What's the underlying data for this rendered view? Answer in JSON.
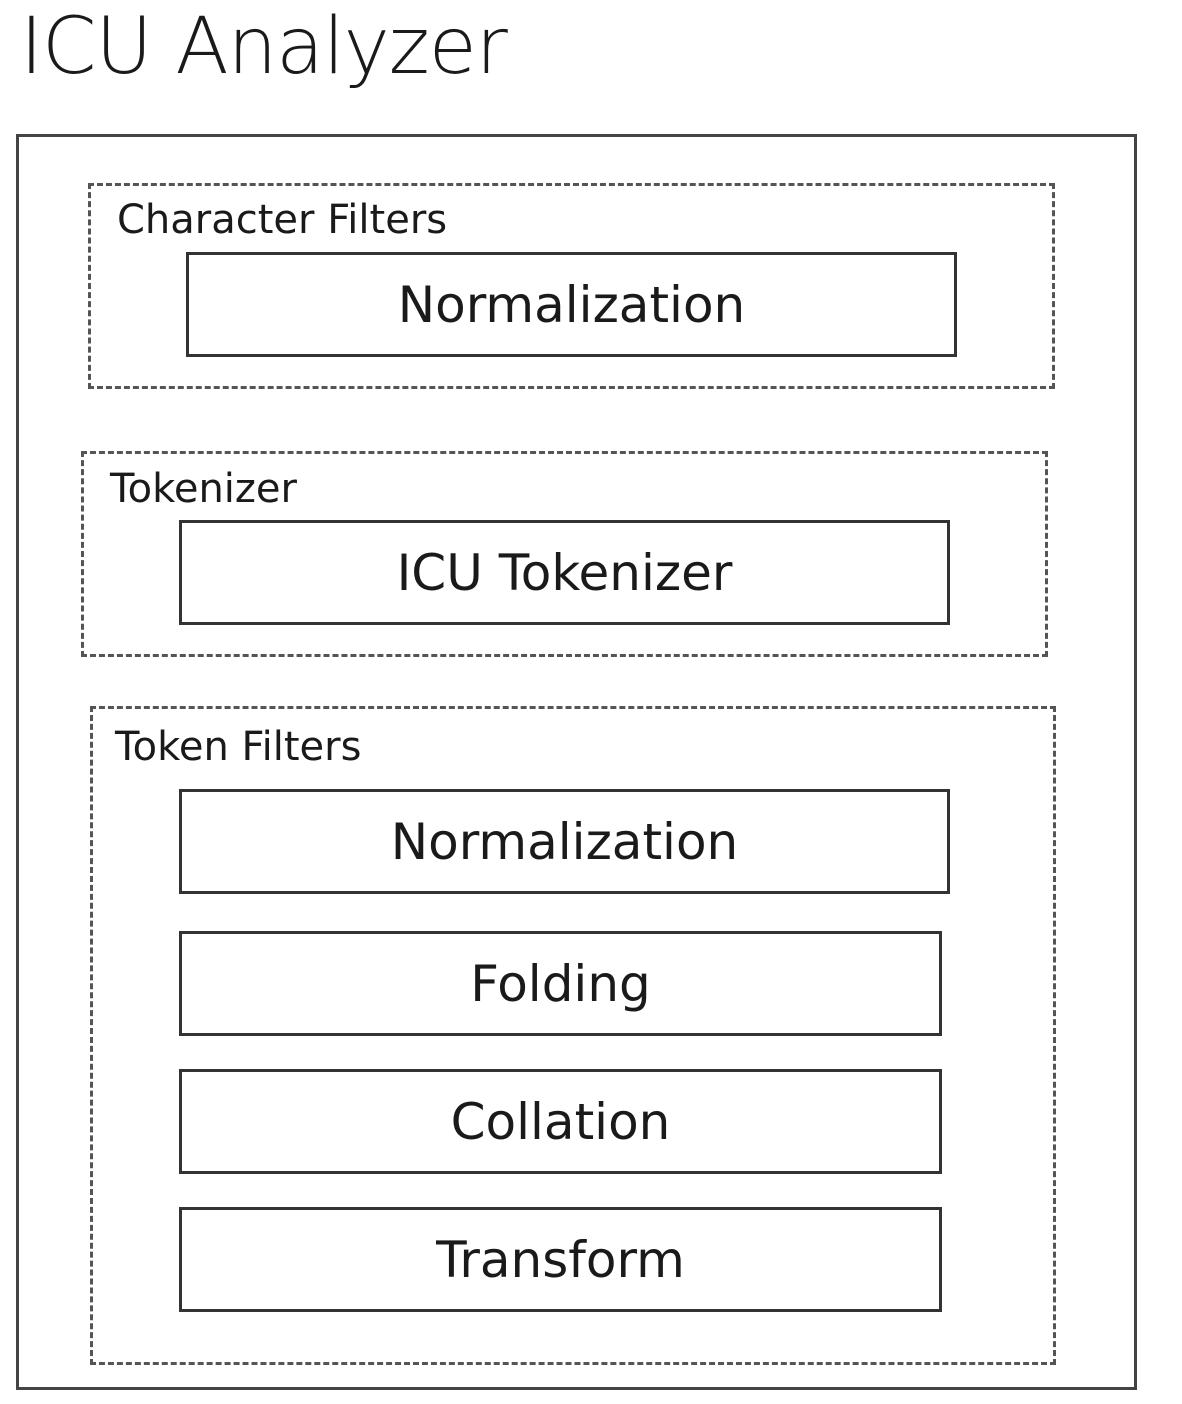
{
  "title": "ICU Analyzer",
  "groups": [
    {
      "label": "Character Filters",
      "items": [
        "Normalization"
      ]
    },
    {
      "label": "Tokenizer",
      "items": [
        "ICU Tokenizer"
      ]
    },
    {
      "label": "Token Filters",
      "items": [
        "Normalization",
        "Folding",
        "Collation",
        "Transform"
      ]
    }
  ]
}
